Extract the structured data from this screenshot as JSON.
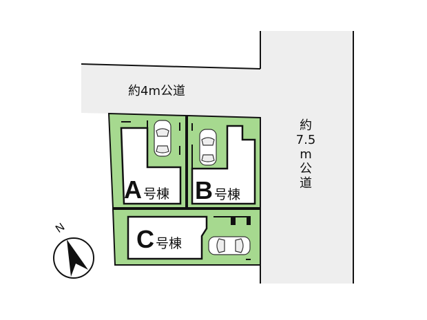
{
  "roads": {
    "top_road": "約4m公道",
    "right_road_lines": [
      "約",
      "7.5",
      "m",
      "公",
      "道"
    ]
  },
  "lots": [
    {
      "letter": "A",
      "suffix": "号棟"
    },
    {
      "letter": "B",
      "suffix": "号棟"
    },
    {
      "letter": "C",
      "suffix": "号棟"
    }
  ],
  "compass": {
    "label": "N",
    "icon": "north-arrow-icon"
  },
  "colors": {
    "road": "#eeeeee",
    "lot_green": "#a6d98f",
    "building": "#ffffff",
    "outline": "#111111"
  }
}
